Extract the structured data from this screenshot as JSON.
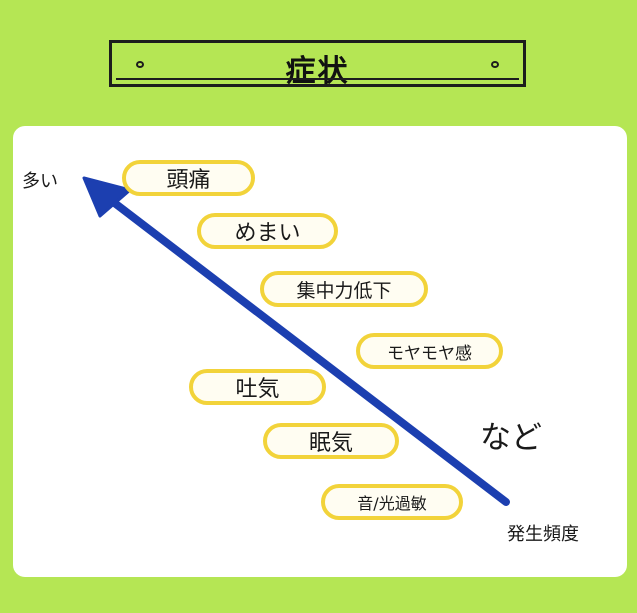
{
  "title": "症状",
  "axis": {
    "top_label": "多い",
    "bottom_label": "発生頻度"
  },
  "symptoms": [
    "頭痛",
    "めまい",
    "集中力低下",
    "モヤモヤ感",
    "吐気",
    "眠気",
    "音/光過敏"
  ],
  "etc_label": "など",
  "colors": {
    "background": "#b5e654",
    "panel": "#ffffff",
    "pill_border": "#f2d33a",
    "arrow": "#1c3fb0"
  }
}
